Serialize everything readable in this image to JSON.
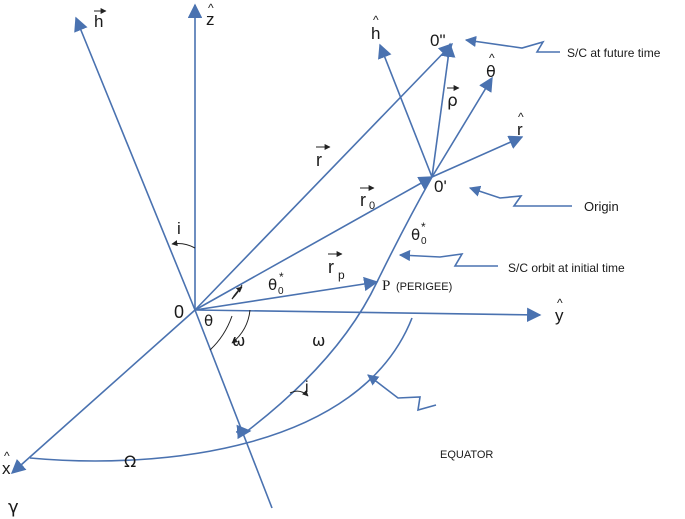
{
  "axes": {
    "h_vec": "h",
    "z_hat": "z",
    "x_hat": "x",
    "y_hat": "y",
    "gamma": "γ",
    "origin_O": "0"
  },
  "vectors": {
    "r": "r",
    "r0": "r",
    "r0_sub": "0",
    "rp": "r",
    "rp_sub": "p",
    "rho": "ρ"
  },
  "local_frame": {
    "h_hat": "h",
    "theta_hat": "θ",
    "r_hat": "r",
    "O_prime": "0'",
    "O_dprime": "0\""
  },
  "angles": {
    "i_top": "i",
    "i_bottom": "i",
    "theta": "θ",
    "theta0_star": "θ",
    "theta0_star_sub": "0",
    "theta0_star_sup": "*",
    "theta0_star_right": "θ",
    "omega_left": "ω",
    "omega_right": "ω",
    "Omega": "Ω"
  },
  "points": {
    "perigee_P": "P",
    "perigee_label": "(PERIGEE)"
  },
  "callouts": {
    "future": "S/C at future time",
    "origin": "Origin",
    "orbit": "S/C orbit at initial time",
    "equator": "EQUATOR"
  },
  "colors": {
    "line": "#4a72b0",
    "text": "#1a1a1a"
  }
}
